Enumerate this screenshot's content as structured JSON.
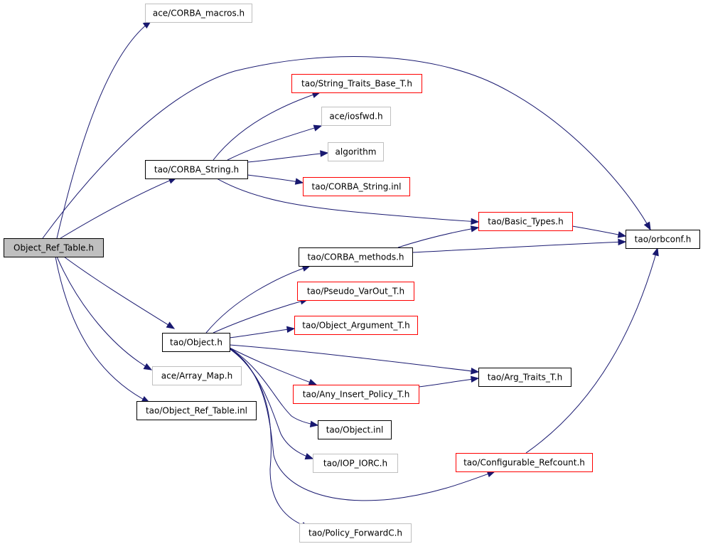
{
  "colors": {
    "edge": "#191970",
    "root_fill": "#bfbfbf",
    "border_black": "#000000",
    "border_red": "#ff0000",
    "border_gray": "#bfbfbf",
    "node_fill": "#ffffff"
  },
  "diagram": {
    "nodes": [
      {
        "id": "root",
        "label": "Object_Ref_Table.h",
        "style": "root"
      },
      {
        "id": "ace_macros",
        "label": "ace/CORBA_macros.h",
        "style": "gray"
      },
      {
        "id": "corba_string",
        "label": "tao/CORBA_String.h",
        "style": "black"
      },
      {
        "id": "string_traits",
        "label": "tao/String_Traits_Base_T.h",
        "style": "red"
      },
      {
        "id": "iosfwd",
        "label": "ace/iosfwd.h",
        "style": "gray"
      },
      {
        "id": "algorithm",
        "label": "algorithm",
        "style": "gray"
      },
      {
        "id": "corba_string_inl",
        "label": "tao/CORBA_String.inl",
        "style": "red"
      },
      {
        "id": "basic_types",
        "label": "tao/Basic_Types.h",
        "style": "red"
      },
      {
        "id": "orbconf",
        "label": "tao/orbconf.h",
        "style": "black"
      },
      {
        "id": "corba_methods",
        "label": "tao/CORBA_methods.h",
        "style": "black"
      },
      {
        "id": "pseudo_varout",
        "label": "tao/Pseudo_VarOut_T.h",
        "style": "red"
      },
      {
        "id": "object",
        "label": "tao/Object.h",
        "style": "black"
      },
      {
        "id": "object_argument",
        "label": "tao/Object_Argument_T.h",
        "style": "red"
      },
      {
        "id": "array_map",
        "label": "ace/Array_Map.h",
        "style": "gray"
      },
      {
        "id": "arg_traits",
        "label": "tao/Arg_Traits_T.h",
        "style": "black"
      },
      {
        "id": "any_insert",
        "label": "tao/Any_Insert_Policy_T.h",
        "style": "red"
      },
      {
        "id": "object_ref_inl",
        "label": "tao/Object_Ref_Table.inl",
        "style": "black"
      },
      {
        "id": "object_inl",
        "label": "tao/Object.inl",
        "style": "black"
      },
      {
        "id": "iop_iorc",
        "label": "tao/IOP_IORC.h",
        "style": "gray"
      },
      {
        "id": "configurable_refcount",
        "label": "tao/Configurable_Refcount.h",
        "style": "red"
      },
      {
        "id": "policy_forward",
        "label": "tao/Policy_ForwardC.h",
        "style": "gray"
      }
    ],
    "edges": [
      {
        "from": "root",
        "to": "ace_macros"
      },
      {
        "from": "root",
        "to": "orbconf"
      },
      {
        "from": "root",
        "to": "corba_string"
      },
      {
        "from": "root",
        "to": "object"
      },
      {
        "from": "root",
        "to": "array_map"
      },
      {
        "from": "root",
        "to": "object_ref_inl"
      },
      {
        "from": "corba_string",
        "to": "string_traits"
      },
      {
        "from": "corba_string",
        "to": "iosfwd"
      },
      {
        "from": "corba_string",
        "to": "algorithm"
      },
      {
        "from": "corba_string",
        "to": "corba_string_inl"
      },
      {
        "from": "corba_string",
        "to": "basic_types"
      },
      {
        "from": "basic_types",
        "to": "orbconf"
      },
      {
        "from": "corba_methods",
        "to": "basic_types"
      },
      {
        "from": "corba_methods",
        "to": "orbconf"
      },
      {
        "from": "object",
        "to": "corba_methods"
      },
      {
        "from": "object",
        "to": "pseudo_varout"
      },
      {
        "from": "object",
        "to": "object_argument"
      },
      {
        "from": "object",
        "to": "arg_traits"
      },
      {
        "from": "object",
        "to": "any_insert"
      },
      {
        "from": "any_insert",
        "to": "arg_traits"
      },
      {
        "from": "object",
        "to": "object_inl"
      },
      {
        "from": "object",
        "to": "iop_iorc"
      },
      {
        "from": "object",
        "to": "configurable_refcount"
      },
      {
        "from": "object",
        "to": "policy_forward"
      },
      {
        "from": "configurable_refcount",
        "to": "orbconf"
      }
    ]
  }
}
